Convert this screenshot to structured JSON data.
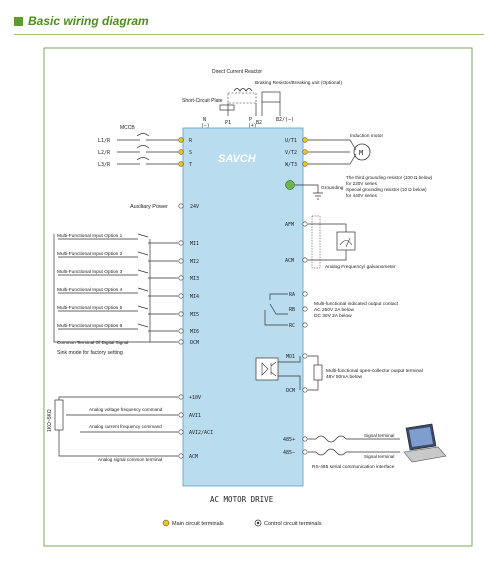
{
  "header": {
    "title": "Basic wiring diagram"
  },
  "top": {
    "dc_reactor": "Direct Current Reactor",
    "braking": "Braking Resistor/Breaking unit (Optional)",
    "short_circuit": "Short-Circuit Plate"
  },
  "dc_terminals": {
    "n": "N",
    "n_sign": "(−)",
    "p1": "P1",
    "p": "P",
    "p_sign": "(+)",
    "b2": "B2",
    "b2_sign": "B2/(−)"
  },
  "mccb": "MCCB",
  "inputs": [
    "L1/R",
    "L2/R",
    "L3/R"
  ],
  "input_terms": [
    "R",
    "S",
    "T"
  ],
  "output_terms": [
    "U/T1",
    "V/T2",
    "W/T3"
  ],
  "motor": {
    "label": "Induction motor",
    "symbol": "M"
  },
  "brand": "SAVCH",
  "grounding": {
    "label": "Grounding",
    "note1": "The third grounding resistor (100 Ω below)",
    "note2": "for 220V series",
    "note3": "Special grounding resistor (10 Ω below)",
    "note4": "for 440V series"
  },
  "aux": {
    "label": "Auxiliary Power",
    "term": "24V"
  },
  "di": {
    "options": [
      "Multi-Functional Input Option 1",
      "Multi-Functional Input Option 2",
      "Multi-Functional Input Option 3",
      "Multi-Functional Input Option 4",
      "Multi-Functional Input Option 5",
      "Multi-Functional Input Option 6"
    ],
    "terms": [
      "MI1",
      "MI2",
      "MI3",
      "MI4",
      "MI5",
      "MI6"
    ],
    "common": "Common Terminal Of Digital Signal",
    "common_term": "DCM",
    "sink": "Sink mode for factory setting"
  },
  "analog_out": {
    "afm": "AFM",
    "acm": "ACM",
    "label": "Analog Frequency/ galvanometer"
  },
  "relay": {
    "ra": "RA",
    "rb": "RB",
    "rc": "RC",
    "l1": "Multi-functional indicated output contact",
    "l2": "AC 250V 2A below",
    "l3": "DC 30V 2A below"
  },
  "mo": {
    "mo1": "MO1",
    "dcm": "DCM",
    "l1": "Multi-functional open-collector output terminal",
    "l2": "48V 50mA below"
  },
  "analog_in": {
    "pot": "1KΩ~5KΩ",
    "p10v": "+10V",
    "avi1": "AVI1",
    "avi2": "AVI2/ACI",
    "acm": "ACM",
    "v_cmd": "Analog voltage frequency command",
    "i_cmd": "Analog current frequency command",
    "common": "Analog signal common terminal"
  },
  "rs485": {
    "plus": "485+",
    "minus": "485−",
    "sig1": "Signal terminal",
    "sig2": "Signal terminal",
    "label": "RS-485 serial communication interface"
  },
  "drive_label": "AC MOTOR DRIVE",
  "legend": {
    "main": "Main circuit terminals",
    "control": "Control circuit terminals"
  }
}
